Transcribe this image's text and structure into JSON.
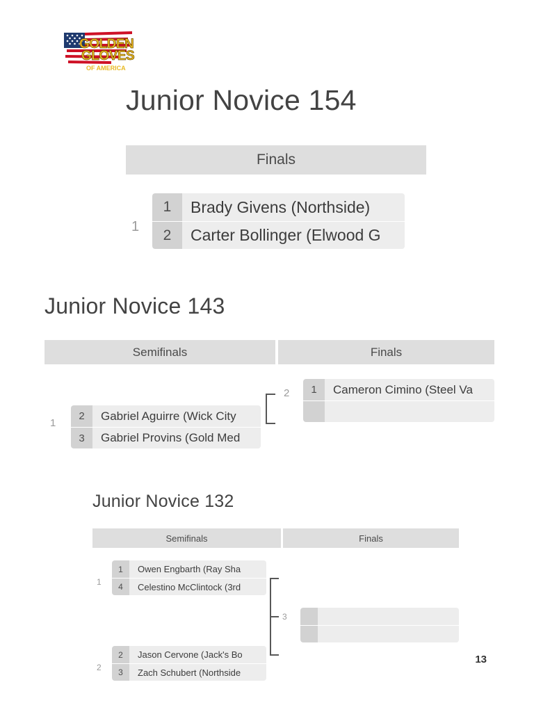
{
  "logo": {
    "name": "golden-gloves-of-america-logo",
    "line1": "GOLDEN",
    "line2": "GLOVES",
    "line3": "OF AMERICA",
    "gold": "#E8B923",
    "navy": "#1F3A6E",
    "red": "#CE1126"
  },
  "page": {
    "number": "13"
  },
  "brackets": [
    {
      "title": "Junior Novice 154",
      "rounds": [
        {
          "label": "Finals"
        }
      ],
      "matches": [
        {
          "bout": "1",
          "round": "Finals",
          "slots": [
            {
              "seed": "1",
              "name": "Brady Givens (Northside)"
            },
            {
              "seed": "2",
              "name": "Carter Bollinger (Elwood G"
            }
          ]
        }
      ]
    },
    {
      "title": "Junior Novice 143",
      "rounds": [
        {
          "label": "Semifinals"
        },
        {
          "label": "Finals"
        }
      ],
      "matches": [
        {
          "bout": "1",
          "round": "Semifinals",
          "slots": [
            {
              "seed": "2",
              "name": "Gabriel Aguirre (Wick City"
            },
            {
              "seed": "3",
              "name": "Gabriel Provins (Gold Med"
            }
          ]
        },
        {
          "bout": "2",
          "round": "Finals",
          "slots": [
            {
              "seed": "1",
              "name": "Cameron Cimino (Steel Va"
            },
            {
              "seed": "",
              "name": ""
            }
          ]
        }
      ]
    },
    {
      "title": "Junior Novice 132",
      "rounds": [
        {
          "label": "Semifinals"
        },
        {
          "label": "Finals"
        }
      ],
      "matches": [
        {
          "bout": "1",
          "round": "Semifinals",
          "slots": [
            {
              "seed": "1",
              "name": "Owen Engbarth (Ray Sha"
            },
            {
              "seed": "4",
              "name": "Celestino McClintock (3rd"
            }
          ]
        },
        {
          "bout": "2",
          "round": "Semifinals",
          "slots": [
            {
              "seed": "2",
              "name": "Jason Cervone (Jack's Bo"
            },
            {
              "seed": "3",
              "name": "Zach Schubert (Northside"
            }
          ]
        },
        {
          "bout": "3",
          "round": "Finals",
          "slots": [
            {
              "seed": "",
              "name": ""
            },
            {
              "seed": "",
              "name": ""
            }
          ]
        }
      ]
    }
  ]
}
